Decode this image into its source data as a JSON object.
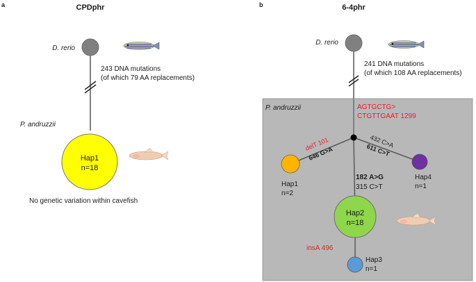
{
  "panel_a": {
    "letter": "a",
    "title": "CPDphr",
    "species_top": "D. rerio",
    "mutations_line1": "243 DNA mutations",
    "mutations_line2": "(of which 79 AA replacements)",
    "species_cave": "P. andruzzii",
    "hap1_name": "Hap1",
    "hap1_n": "n=18",
    "note": "No genetic variation within cavefish",
    "colors": {
      "hap1": "#ffff00",
      "root": "#808080"
    }
  },
  "panel_b": {
    "letter": "b",
    "title": "6-4phr",
    "species_top": "D. rerio",
    "mutations_line1": "241 DNA mutations",
    "mutations_line2": "(of which 108 AA replacements)",
    "species_cave": "P. andruzzii",
    "insertion_line1": "AGTGCTG>",
    "insertion_line2": "CTGTTGAAT 1299",
    "hap1": {
      "name": "Hap1",
      "n": "n=2",
      "color": "#ffb400"
    },
    "hap2": {
      "name": "Hap2",
      "n": "n=18",
      "color": "#8ed64b"
    },
    "hap3": {
      "name": "Hap3",
      "n": "n=1",
      "color": "#5b9bd5"
    },
    "hap4": {
      "name": "Hap4",
      "n": "n=1",
      "color": "#7030a0"
    },
    "mut_delT": "delT 101",
    "mut_646": "646 G>A",
    "mut_432": "432 C>A",
    "mut_611": "611 C>T",
    "mut_182": "182 A>G",
    "mut_315": "315 C>T",
    "mut_insA": "insA 496",
    "colors": {
      "box": "#b8b8b8",
      "red_text": "#e41e26",
      "root": "#808080"
    }
  }
}
